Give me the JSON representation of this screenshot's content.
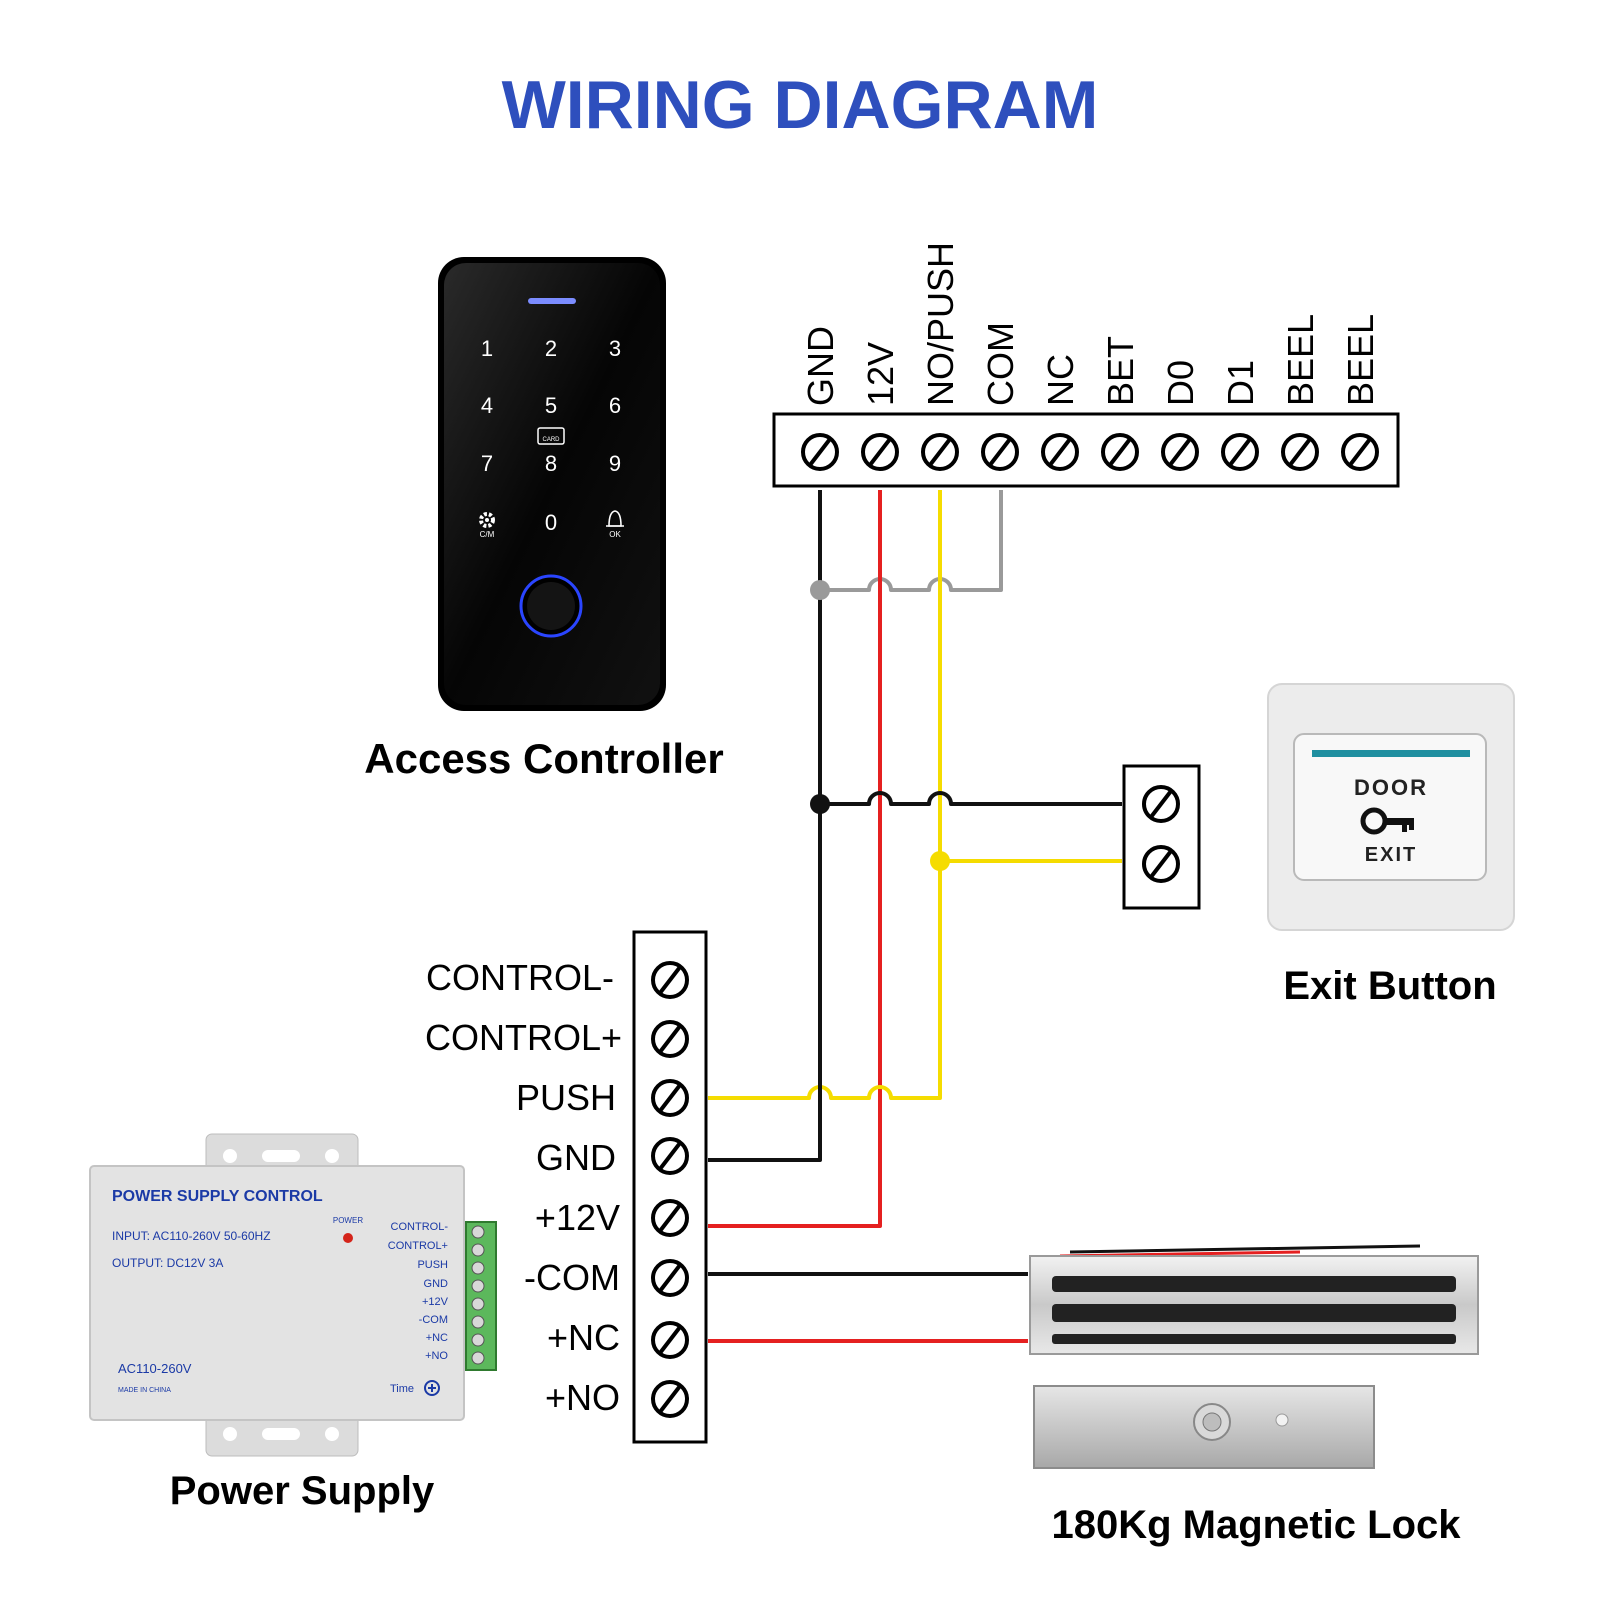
{
  "title": "WIRING DIAGRAM",
  "colors": {
    "title": "#2e4fbd",
    "wire_black": "#111111",
    "wire_red": "#e52020",
    "wire_yellow": "#f5dc00",
    "wire_gray": "#9a9a9a"
  },
  "controller": {
    "caption": "Access Controller",
    "keys": [
      "1",
      "2",
      "3",
      "4",
      "5",
      "6",
      "7",
      "8",
      "9",
      "0"
    ],
    "card_label": "CARD",
    "cm_label": "C/M",
    "ok_label": "OK",
    "icons": [
      "gear-icon",
      "bell-icon",
      "card-icon",
      "fingerprint-sensor"
    ],
    "terminals": [
      "GND",
      "12V",
      "NO/PUSH",
      "COM",
      "NC",
      "BET",
      "D0",
      "D1",
      "BEEL",
      "BEEL"
    ]
  },
  "exit_button": {
    "caption": "Exit Button",
    "door_label": "DOOR",
    "exit_label": "EXIT",
    "icon": "key-icon"
  },
  "power_terminals": [
    "CONTROL-",
    "CONTROL+",
    "PUSH",
    "GND",
    "+12V",
    "-COM",
    "+NC",
    "+NO"
  ],
  "power_supply": {
    "caption": "Power Supply",
    "brand": "POWER SUPPLY CONTROL",
    "input": "INPUT: AC110-260V 50-60HZ",
    "output": "OUTPUT: DC12V  3A",
    "power_led_label": "POWER",
    "terminal_labels": [
      "CONTROL-",
      "CONTROL+",
      "PUSH",
      "GND",
      "+12V",
      "-COM",
      "+NC",
      "+NO"
    ],
    "voltage_label": "AC110-260V",
    "made_in": "MADE IN CHINA",
    "time_label": "Time"
  },
  "magnetic_lock": {
    "caption": "180Kg Magnetic Lock"
  }
}
